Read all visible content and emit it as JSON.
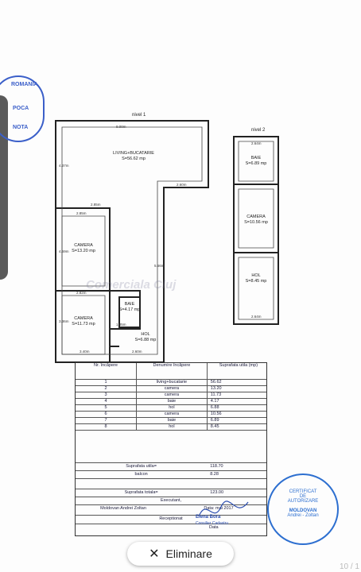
{
  "seal_left": {
    "line1": "ROMANIA",
    "line2": "POCA",
    "line3": "NOTA"
  },
  "plan": {
    "level1": "nivel 1",
    "level2": "nivel 2",
    "rooms": [
      {
        "name": "LIVING+BUCATARIE",
        "area": "S=56.62 mp"
      },
      {
        "name": "CAMERA",
        "area": "S=13.20 mp"
      },
      {
        "name": "CAMERA",
        "area": "S=11.73 mp"
      },
      {
        "name": "BAIE",
        "area": "S=4.17 mp"
      },
      {
        "name": "HOL",
        "area": "S=6.88 mp"
      },
      {
        "name": "BAIE",
        "area": "S=6.89 mp"
      },
      {
        "name": "CAMERA",
        "area": "S=10.56 mp"
      },
      {
        "name": "HOL",
        "area": "S=8.45 mp"
      }
    ],
    "dims": [
      "9.00m",
      "2.60m",
      "2.85m",
      "2.85m",
      "2.82m",
      "1.85m",
      "3.40m",
      "2.60m",
      "2.64m",
      "2.64m",
      "4.37m",
      "4.69m",
      "3.36m",
      "5.66m"
    ]
  },
  "watermark": "Comerciala Cluj",
  "table": {
    "headers": [
      "Nr. încăpere",
      "Denumire încăpere",
      "Suprafata utila (mp)"
    ],
    "rows": [
      [
        "1",
        "living+bucatarie",
        "56.62"
      ],
      [
        "2",
        "camera",
        "13.20"
      ],
      [
        "3",
        "camera",
        "11.73"
      ],
      [
        "4",
        "baie",
        "4.17"
      ],
      [
        "5",
        "hol",
        "6.88"
      ],
      [
        "6",
        "camera",
        "10.56"
      ],
      [
        "7",
        "baie",
        "6.89"
      ],
      [
        "8",
        "hol",
        "8.45"
      ]
    ],
    "sum_util_label": "Suprafata utila=",
    "sum_util_value": "118.70",
    "balcon_label": "balcon",
    "balcon_value": "8.28",
    "sum_total_label": "Suprafata totala=",
    "sum_total_value": "123.00",
    "executant_label": "Executant,",
    "executant_name": "Moldovan Andrei Zoltan",
    "date_label": "Data: mai 2017",
    "receptionat_label": "Receptionat",
    "data_label": "Data"
  },
  "stamp_right": {
    "line1": "CERTIFICAT",
    "line2": "DE",
    "line3": "AUTORIZARE",
    "line4": "MOLDOVAN",
    "line5": "Andrei - Zoltan"
  },
  "signature": {
    "name": "Elena Bora",
    "role": "Consilier Cadastru"
  },
  "button": {
    "label": "Eliminare"
  },
  "pager": "10 / 1"
}
